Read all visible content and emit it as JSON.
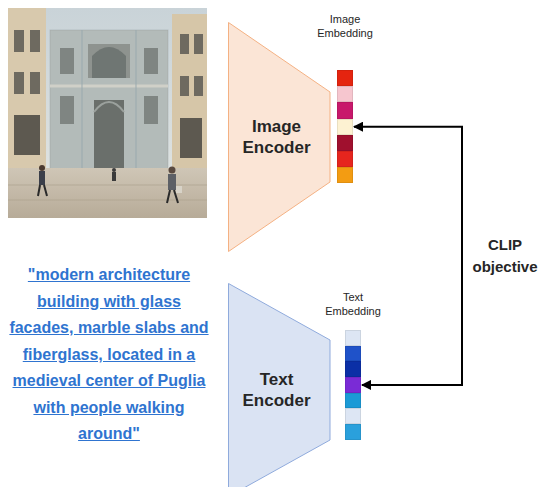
{
  "diagram": {
    "nodes": [
      {
        "text": [
          "Image Encoder"
        ]
      },
      {
        "text": [
          "Image Embedding"
        ]
      },
      {
        "text": [
          "Text Encoder"
        ]
      },
      {
        "text": [
          "Text Embedding"
        ]
      }
    ],
    "edges": [
      {
        "from": 1,
        "to": 3,
        "arrow": "both",
        "label": "CLIP objective"
      }
    ],
    "labels": [
      "\"modern architecture building with glass facades, marble slabs and fiberglass, located in a medieval center of Puglia with people walking around\""
    ]
  }
}
